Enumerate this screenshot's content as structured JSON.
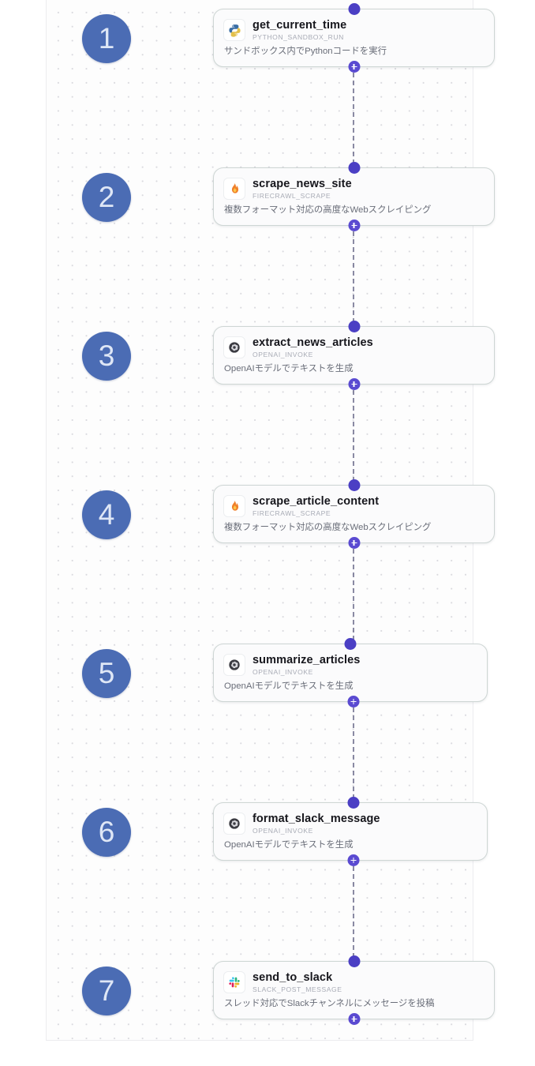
{
  "canvas": {
    "grid": "dot-grid",
    "background_color": "#fdfdfd",
    "accent_badge_color": "#4b6cb4",
    "handle_color": "#4b3fc4",
    "edge_style": "dashed"
  },
  "workflow": {
    "nodes": [
      {
        "step": "1",
        "title": "get_current_time",
        "subtitle": "PYTHON_SANDBOX_RUN",
        "description": "サンドボックス内でPythonコードを実行",
        "icon": "python-icon"
      },
      {
        "step": "2",
        "title": "scrape_news_site",
        "subtitle": "FIRECRAWL_SCRAPE",
        "description": "複数フォーマット対応の高度なWebスクレイピング",
        "icon": "firecrawl-flame-icon"
      },
      {
        "step": "3",
        "title": "extract_news_articles",
        "subtitle": "OPENAI_INVOKE",
        "description": "OpenAIモデルでテキストを生成",
        "icon": "openai-icon"
      },
      {
        "step": "4",
        "title": "scrape_article_content",
        "subtitle": "FIRECRAWL_SCRAPE",
        "description": "複数フォーマット対応の高度なWebスクレイピング",
        "icon": "firecrawl-flame-icon"
      },
      {
        "step": "5",
        "title": "summarize_articles",
        "subtitle": "OPENAI_INVOKE",
        "description": "OpenAIモデルでテキストを生成",
        "icon": "openai-icon"
      },
      {
        "step": "6",
        "title": "format_slack_message",
        "subtitle": "OPENAI_INVOKE",
        "description": "OpenAIモデルでテキストを生成",
        "icon": "openai-icon"
      },
      {
        "step": "7",
        "title": "send_to_slack",
        "subtitle": "SLACK_POST_MESSAGE",
        "description": "スレッド対応でSlackチャンネルにメッセージを投稿",
        "icon": "slack-icon"
      }
    ]
  }
}
